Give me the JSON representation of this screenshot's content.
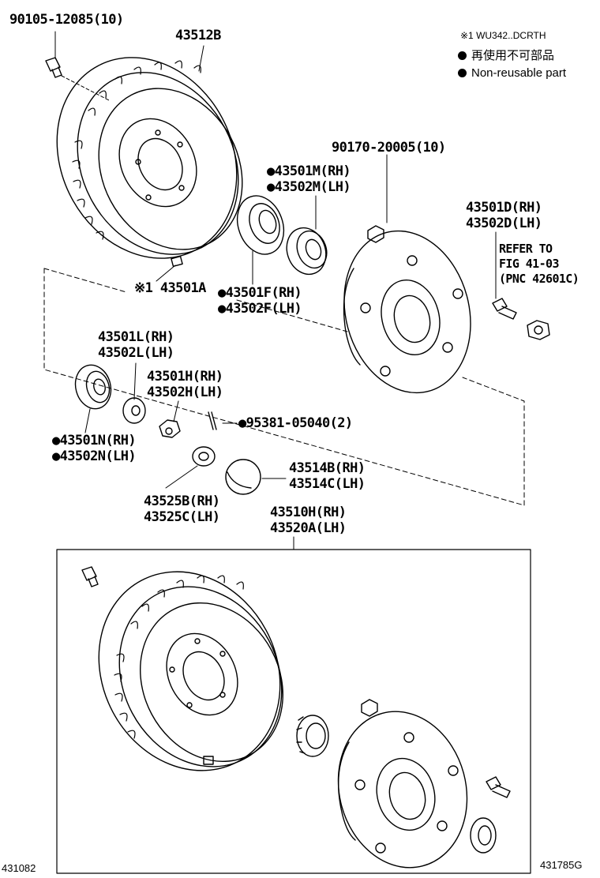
{
  "legend": {
    "model_note": "※1 WU342..DCRTH",
    "non_reusable_jp": "再使用不可部品",
    "non_reusable_en": "Non-reusable part"
  },
  "parts": {
    "bolt_90105": "90105-12085(10)",
    "drum_43512b": "43512B",
    "nut_90170": "90170-20005(10)",
    "seal_m_rh": "●43501M(RH)",
    "seal_m_lh": "●43502M(LH)",
    "bolt_d_rh": "43501D(RH)",
    "bolt_d_lh": "43502D(LH)",
    "refer_1": "REFER TO",
    "refer_2": "FIG 41-03",
    "refer_3": "(PNC 42601C)",
    "plug_43501a": "※1 43501A",
    "bearing_f_rh": "●43501F(RH)",
    "bearing_f_lh": "●43502F(LH)",
    "washer_l_rh": "43501L(RH)",
    "washer_l_lh": "43502L(LH)",
    "nut_h_rh": "43501H(RH)",
    "nut_h_lh": "43502H(LH)",
    "bearing_n_rh": "●43501N(RH)",
    "bearing_n_lh": "●43502N(LH)",
    "pin_95381": "●95381-05040(2)",
    "cap_b_rh": "43514B(RH)",
    "cap_c_lh": "43514C(LH)",
    "lock_b_rh": "43525B(RH)",
    "lock_c_lh": "43525C(LH)",
    "assy_h_rh": "43510H(RH)",
    "assy_a_lh": "43520A(LH)"
  },
  "figure_codes": {
    "left": "431082",
    "right": "431785G"
  }
}
